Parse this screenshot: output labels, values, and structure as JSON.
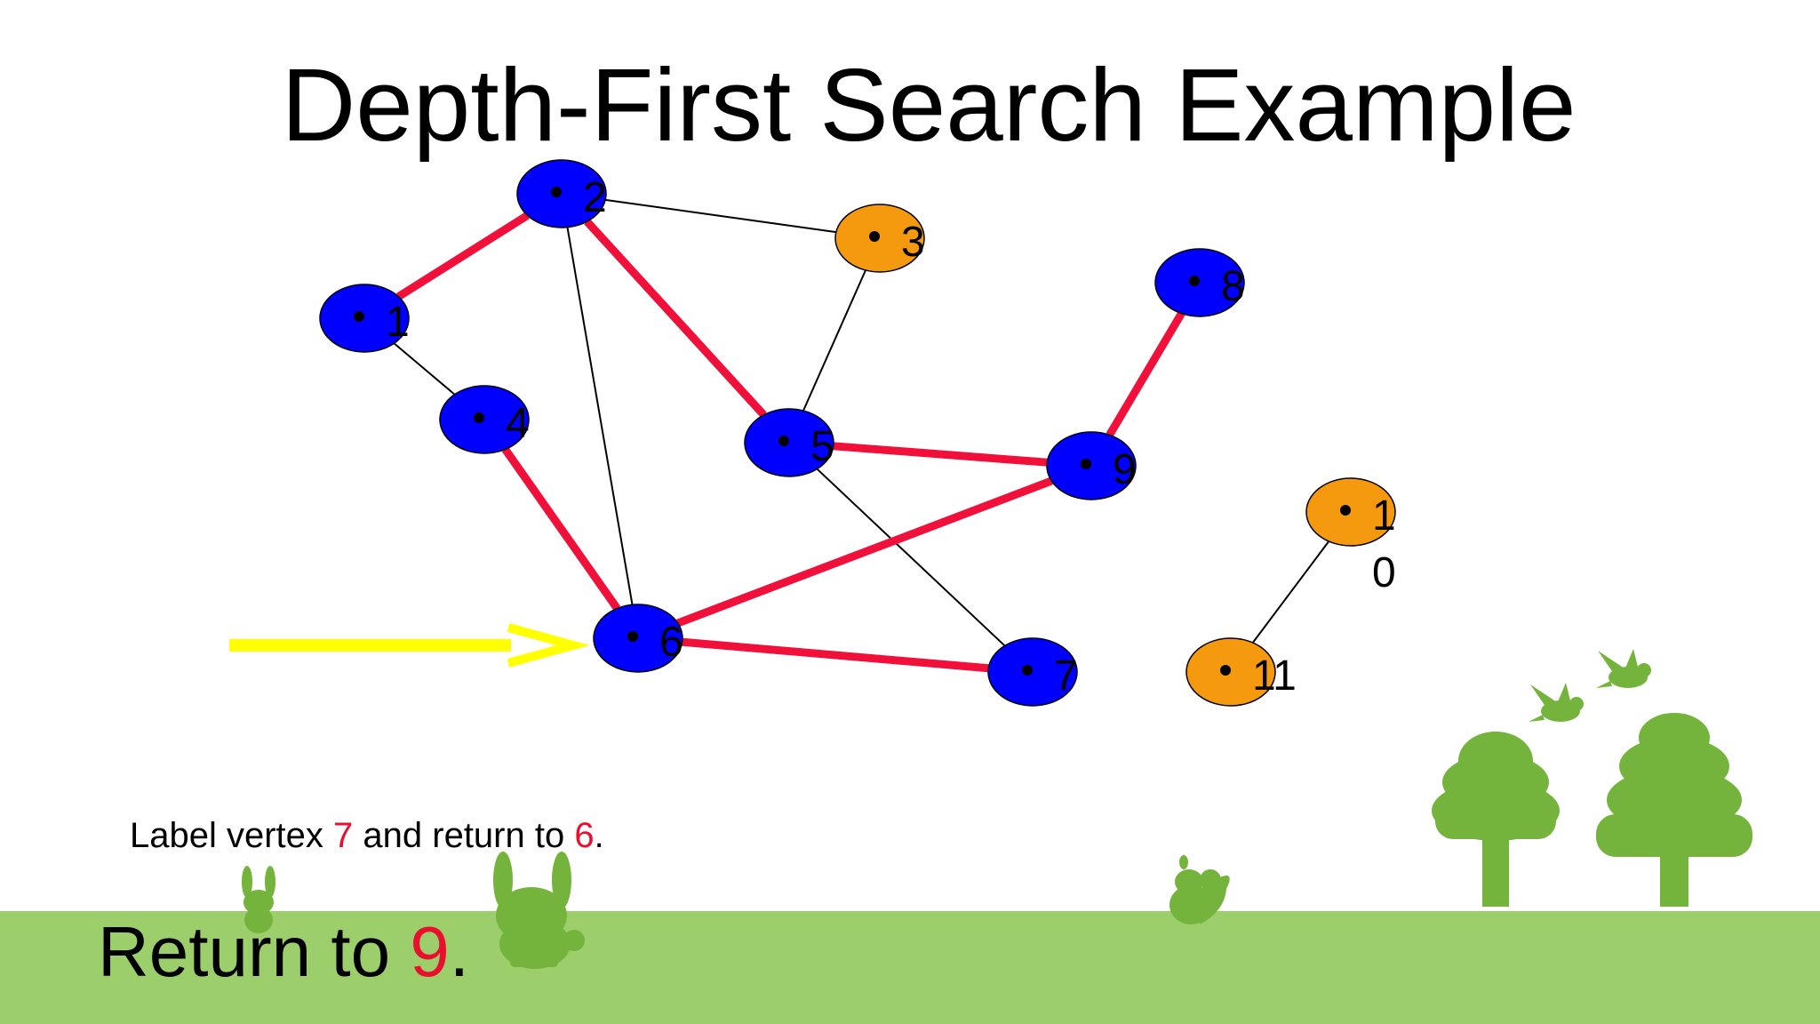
{
  "title": "Depth-First Search Example",
  "colors": {
    "visited": "#0000ff",
    "unvisited": "#f59a0e",
    "tree_edge": "#f0103a",
    "plain_edge": "#000000",
    "pointer": "#ffff00",
    "ground": "#9ccf6b",
    "decor_green": "#74b43c",
    "highlight_text": "#e8102e"
  },
  "graph": {
    "vertices": [
      {
        "id": "1",
        "state": "visited"
      },
      {
        "id": "2",
        "state": "visited"
      },
      {
        "id": "3",
        "state": "unvisited"
      },
      {
        "id": "4",
        "state": "visited"
      },
      {
        "id": "5",
        "state": "visited"
      },
      {
        "id": "6",
        "state": "visited"
      },
      {
        "id": "7",
        "state": "visited"
      },
      {
        "id": "8",
        "state": "visited"
      },
      {
        "id": "9",
        "state": "visited"
      },
      {
        "id": "10",
        "state": "unvisited",
        "label_lines": [
          "1",
          "0"
        ]
      },
      {
        "id": "11",
        "state": "unvisited"
      }
    ],
    "edges": [
      {
        "from": "1",
        "to": "2",
        "tree": true
      },
      {
        "from": "1",
        "to": "4",
        "tree": false
      },
      {
        "from": "2",
        "to": "3",
        "tree": false
      },
      {
        "from": "2",
        "to": "5",
        "tree": true
      },
      {
        "from": "2",
        "to": "6",
        "tree": false
      },
      {
        "from": "3",
        "to": "5",
        "tree": false
      },
      {
        "from": "4",
        "to": "6",
        "tree": true
      },
      {
        "from": "5",
        "to": "9",
        "tree": true
      },
      {
        "from": "5",
        "to": "7",
        "tree": false
      },
      {
        "from": "6",
        "to": "9",
        "tree": true
      },
      {
        "from": "6",
        "to": "7",
        "tree": true
      },
      {
        "from": "9",
        "to": "8",
        "tree": true
      },
      {
        "from": "10",
        "to": "11",
        "tree": false
      }
    ],
    "current_vertex": "6"
  },
  "captions": {
    "step_small": {
      "before": "Label vertex ",
      "v1": "7",
      "middle": " and return to ",
      "v2": "6",
      "after": "."
    },
    "step_big": {
      "before": "Return to ",
      "v": "9",
      "after": "."
    }
  },
  "decorations": [
    "rabbit-small-icon",
    "rabbit-large-icon",
    "squirrel-icon",
    "tree-icon",
    "tree-icon",
    "bird-icon",
    "bird-icon"
  ]
}
